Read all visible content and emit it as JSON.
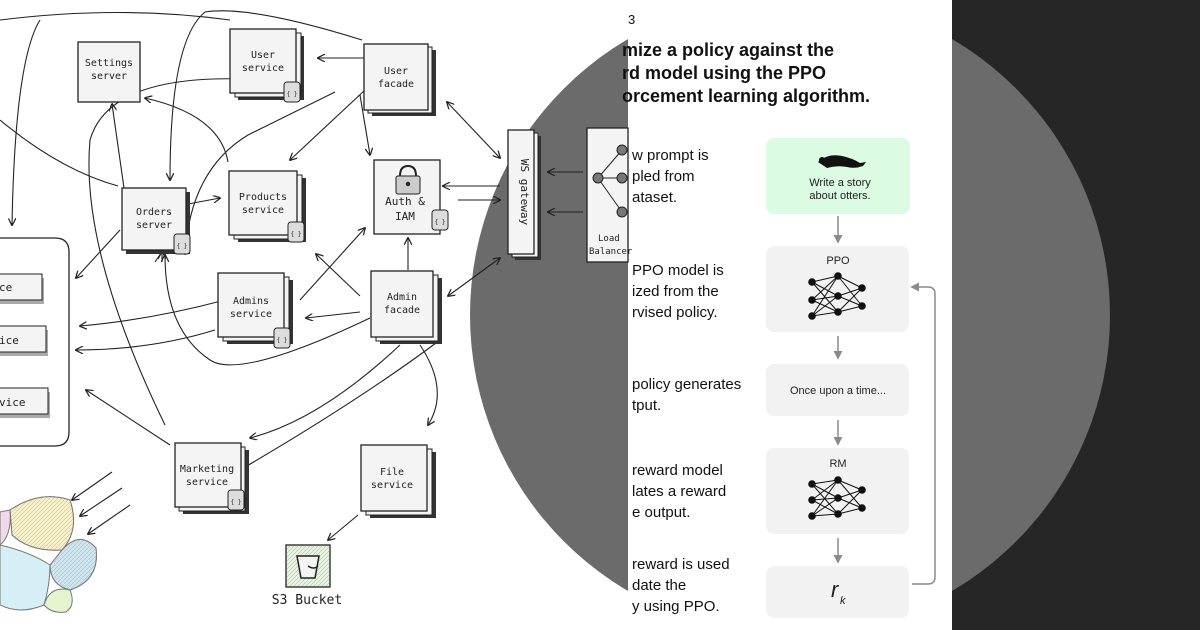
{
  "architecture": {
    "services": {
      "settings": [
        "Settings",
        "server"
      ],
      "user_service": [
        "User",
        "service"
      ],
      "user_facade": [
        "User",
        "facade"
      ],
      "orders": [
        "Orders",
        "server"
      ],
      "products": [
        "Products",
        "service"
      ],
      "auth": [
        "Auth &",
        "IAM"
      ],
      "admins": [
        "Admins",
        "service"
      ],
      "admin_facade": [
        "Admin",
        "facade"
      ],
      "marketing": [
        "Marketing",
        "service"
      ],
      "file": [
        "File",
        "service"
      ],
      "ws_gateway": "WS gateway",
      "load_balancer": [
        "Load",
        "Balancer"
      ],
      "s3_bucket": "S3 Bucket"
    },
    "group_items": [
      "ce",
      "ice",
      "vice"
    ],
    "db_label": "{ }"
  },
  "rlhf": {
    "step_number": "3",
    "heading_lines": [
      "mize a policy against the",
      "rd model using the PPO",
      "orcement learning algorithm."
    ],
    "steps": [
      [
        "w prompt is",
        "pled from",
        "ataset."
      ],
      [
        "PPO model is",
        "ized from the",
        "rvised policy."
      ],
      [
        "policy generates",
        "tput."
      ],
      [
        "reward model",
        "lates a reward",
        "e output."
      ],
      [
        "reward is used",
        "date the",
        "y using PPO."
      ]
    ],
    "cards": {
      "prompt": [
        "Write a story",
        "about otters."
      ],
      "ppo": "PPO",
      "output": "Once upon a time...",
      "rm": "RM",
      "reward": "r",
      "reward_sub": "k"
    }
  },
  "colors": {
    "prompt_card": "#dcfbe3",
    "card": "#f2f2f2",
    "dark_panel": "#262626",
    "circle": "#6b6b6b"
  }
}
